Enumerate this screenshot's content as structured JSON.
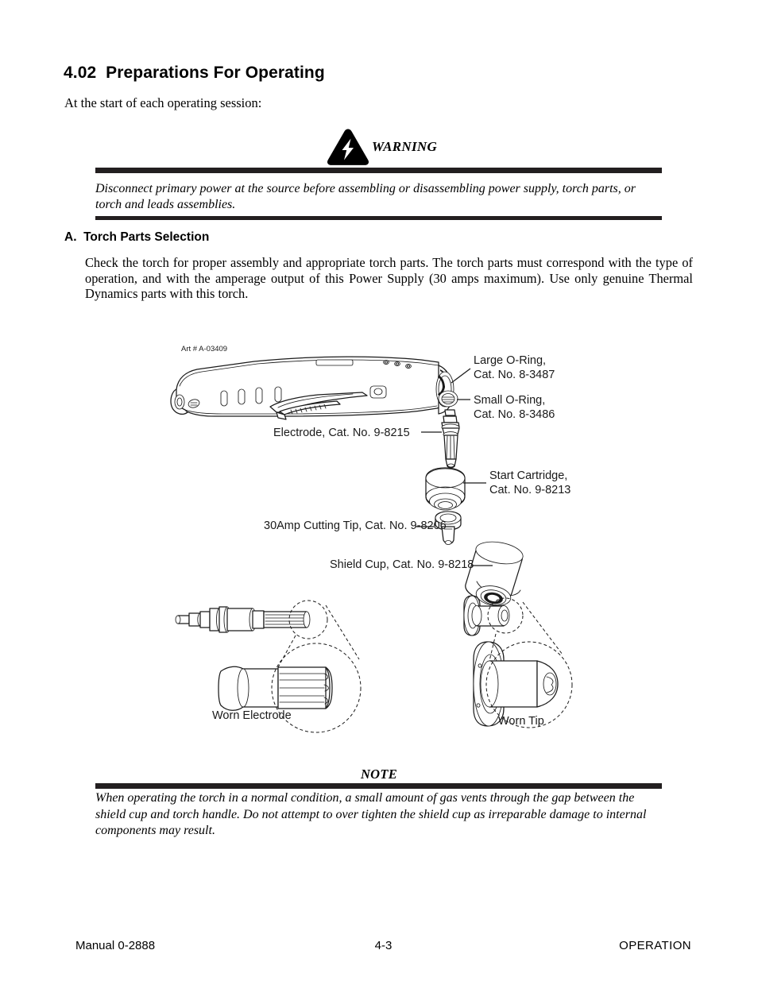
{
  "section": {
    "number": "4.02",
    "title": "Preparations For Operating",
    "heading": "4.02  Preparations For Operating",
    "intro": "At the start of each operating session:"
  },
  "warning": {
    "icon": "warning-lightning-triangle-icon",
    "label": "WARNING",
    "text": "Disconnect primary power at the source before assembling or disassembling power supply, torch parts, or torch and leads assemblies."
  },
  "subsection": {
    "letter": "A.",
    "title": "Torch Parts Selection",
    "heading": "A.  Torch Parts Selection",
    "body": "Check the torch for proper assembly and appropriate torch parts.  The torch parts must correspond with the type of operation, and with the amperage output of this Power Supply (30 amps maximum).  Use only genuine Thermal Dynamics parts with this torch."
  },
  "figure": {
    "art_number": "Art # A-03409",
    "callouts": [
      {
        "id": "large-o-ring",
        "line1": "Large O-Ring,",
        "line2": "Cat. No. 8-3487"
      },
      {
        "id": "small-o-ring",
        "line1": "Small O-Ring,",
        "line2": "Cat. No. 8-3486"
      },
      {
        "id": "electrode",
        "line1": "Electrode, Cat. No. 9-8215",
        "line2": ""
      },
      {
        "id": "start-cartridge",
        "line1": "Start Cartridge,",
        "line2": "Cat. No. 9-8213"
      },
      {
        "id": "cutting-tip",
        "line1": "30Amp  Cutting Tip, Cat. No.  9-8206",
        "line2": ""
      },
      {
        "id": "shield-cup",
        "line1": "Shield Cup, Cat. No. 9-8218",
        "line2": ""
      }
    ],
    "detail_labels": {
      "worn_electrode": "Worn Electrode",
      "worn_tip": "Worn Tip"
    }
  },
  "note": {
    "label": "NOTE",
    "text": "When operating the torch in a normal condition,  a small amount of gas vents through the gap between the shield cup and torch handle. Do not attempt to over tighten the shield cup as irreparable damage to internal components may result."
  },
  "footer": {
    "manual": "Manual 0-2888",
    "page": "4-3",
    "chapter": "OPERATION"
  },
  "colors": {
    "ink": "#000000",
    "rule": "#231f20",
    "paper": "#ffffff"
  }
}
